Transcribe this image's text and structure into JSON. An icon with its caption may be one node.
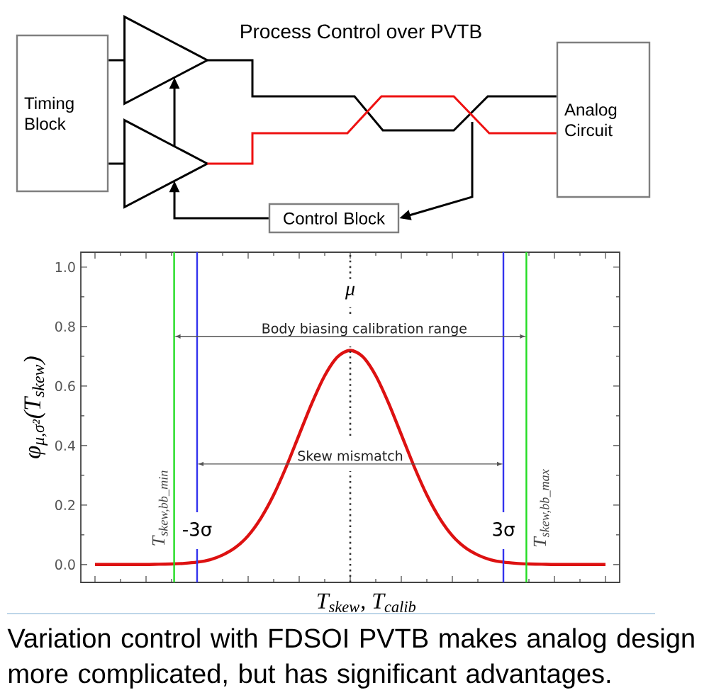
{
  "diagram": {
    "title": "Process Control over PVTB",
    "caption": "Variation control with FDSOI PVTB makes analog design more complicated, but has significant advantages.",
    "nodes": [
      {
        "text": [
          "Timing Block"
        ]
      },
      {
        "text": [],
        "shape": "triangle"
      },
      {
        "text": [],
        "shape": "triangle"
      },
      {
        "text": [
          "Analog Circuit"
        ]
      },
      {
        "text": [
          "Control Block"
        ]
      }
    ],
    "edges": [
      {
        "from": 0,
        "to": 1,
        "arrow": "none"
      },
      {
        "from": 0,
        "to": 2,
        "arrow": "none"
      },
      {
        "from": 1,
        "to": 3,
        "arrow": "none"
      },
      {
        "from": 2,
        "to": 3,
        "arrow": "none",
        "color": "#ee1111"
      },
      {
        "from": null,
        "to": 4,
        "arrow": "to"
      },
      {
        "from": 4,
        "to": 2,
        "arrow": "to"
      },
      {
        "from": 2,
        "to": 1,
        "arrow": "to"
      }
    ],
    "chart_data": {
      "type": "line",
      "xlabel": "T$_{skew}$, T$_{calib}$",
      "ylabel": "φ$_{μ,σ²}$(T$_{skew}$)",
      "categories": [
        null,
        null,
        null,
        null,
        null,
        null,
        null,
        null,
        null,
        null,
        null,
        null,
        null,
        null,
        null,
        null,
        null,
        null,
        null,
        null,
        null,
        null,
        null,
        null,
        null,
        null,
        null,
        null,
        null,
        null,
        null,
        null,
        null,
        null,
        null,
        null,
        null,
        null,
        null,
        null,
        null
      ],
      "series": [
        {
          "color": "#dd1111",
          "values": [
            0,
            0,
            0,
            0,
            0,
            0.001,
            0.002,
            0.004,
            0.008,
            0.016,
            0.032,
            0.057,
            0.097,
            0.156,
            0.234,
            0.33,
            0.437,
            0.543,
            0.635,
            0.698,
            0.72,
            0.698,
            0.635,
            0.543,
            0.437,
            0.33,
            0.234,
            0.156,
            0.097,
            0.057,
            0.032,
            0.016,
            0.008,
            0.004,
            0.002,
            0.001,
            0,
            0,
            0,
            0,
            0
          ]
        }
      ],
      "ylim": [
        -0.06,
        1.05
      ],
      "yticks": [
        {
          "value": 0,
          "label": "0.0"
        },
        {
          "value": 0.2,
          "label": "0.2"
        },
        {
          "value": 0.4,
          "label": "0.4"
        },
        {
          "value": 0.6,
          "label": "0.6"
        },
        {
          "value": 0.8,
          "label": "0.8"
        },
        {
          "value": 1.0,
          "label": "1.0"
        }
      ],
      "annotations": [
        {
          "text": "μ"
        },
        {
          "text": "Body biasing calibration range"
        },
        {
          "text": "Skew mismatch"
        },
        {
          "text": "T$_{skew,bb_min}$"
        },
        {
          "text": "-3σ"
        },
        {
          "text": "3σ"
        },
        {
          "text": "T$_{skew,bb_max}$"
        }
      ]
    }
  }
}
